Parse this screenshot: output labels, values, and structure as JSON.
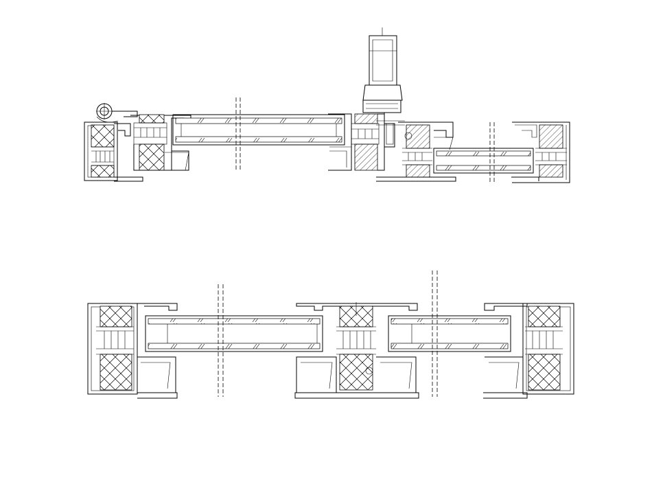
{
  "drawing": {
    "background": "#ffffff",
    "line_color": "#000000",
    "sections": [
      {
        "id": "top-section",
        "kind": "sliding-frame-with-handle"
      },
      {
        "id": "bottom-section",
        "kind": "sliding-frame"
      }
    ]
  }
}
